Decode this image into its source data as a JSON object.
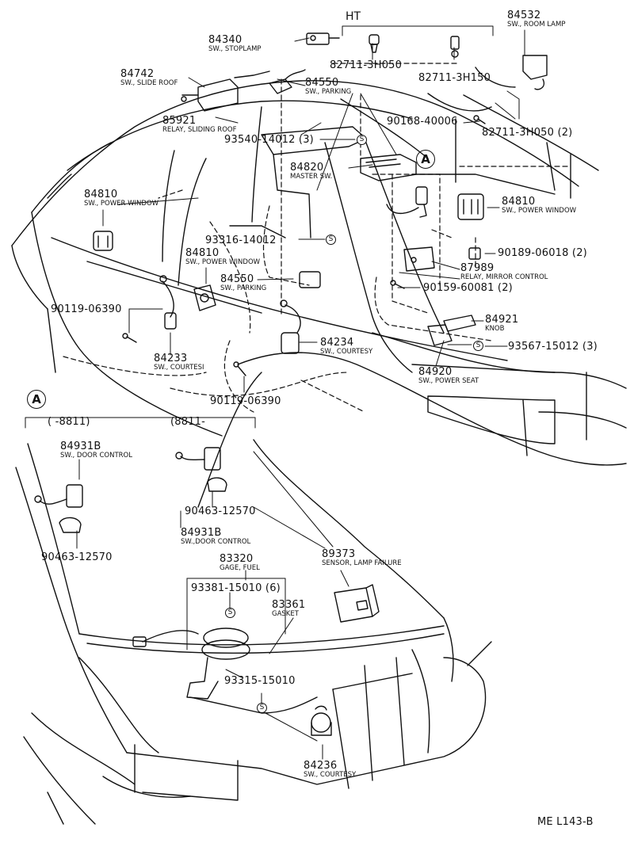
{
  "parts": [
    {
      "id": "p84340",
      "num": "84340",
      "desc": "SW., STOPLAMP"
    },
    {
      "id": "p84532",
      "num": "84532",
      "desc": "SW., ROOM LAMP"
    },
    {
      "id": "p84742",
      "num": "84742",
      "desc": "SW., SLIDE ROOF"
    },
    {
      "id": "p82711a",
      "num": "82711-3H050",
      "desc": ""
    },
    {
      "id": "p82711b",
      "num": "82711-3H150",
      "desc": ""
    },
    {
      "id": "p84550a",
      "num": "84550",
      "desc": "SW., PARKING"
    },
    {
      "id": "p85921",
      "num": "85921",
      "desc": "RELAY, SLIDING ROOF"
    },
    {
      "id": "p90168",
      "num": "90168-40006",
      "desc": ""
    },
    {
      "id": "p82711c",
      "num": "82711-3H050  (2)",
      "desc": ""
    },
    {
      "id": "p93540",
      "num": "93540-14012  (3)",
      "desc": ""
    },
    {
      "id": "p84820",
      "num": "84820",
      "desc": "MASTER SW."
    },
    {
      "id": "p84810a",
      "num": "84810",
      "desc": "SW., POWER WINDOW"
    },
    {
      "id": "p84810b",
      "num": "84810",
      "desc": "SW., POWER WINDOW"
    },
    {
      "id": "p93316",
      "num": "93316-14012",
      "desc": ""
    },
    {
      "id": "p90189",
      "num": "90189-06018  (2)",
      "desc": ""
    },
    {
      "id": "p84810c",
      "num": "84810",
      "desc": "SW., POWER WINDOW"
    },
    {
      "id": "p87989",
      "num": "87989",
      "desc": "RELAY, MIRROR CONTROL"
    },
    {
      "id": "p84550b",
      "num": "84550",
      "desc": "SW., PARKING"
    },
    {
      "id": "p90159",
      "num": "90159-60081  (2)",
      "desc": ""
    },
    {
      "id": "p90119a",
      "num": "90119-06390",
      "desc": ""
    },
    {
      "id": "p84921",
      "num": "84921",
      "desc": "KNOB"
    },
    {
      "id": "p84234",
      "num": "84234",
      "desc": "SW., COURTESY"
    },
    {
      "id": "p93567",
      "num": "93567-15012  (3)",
      "desc": ""
    },
    {
      "id": "p84233",
      "num": "84233",
      "desc": "SW., COURTESI"
    },
    {
      "id": "p84920",
      "num": "84920",
      "desc": "SW., POWER SEAT"
    },
    {
      "id": "p90119b",
      "num": "90119-06390",
      "desc": ""
    },
    {
      "id": "p84931a",
      "num": "84931B",
      "desc": "SW., DOOR CONTROL"
    },
    {
      "id": "p90463a",
      "num": "90463-12570",
      "desc": ""
    },
    {
      "id": "p84931b",
      "num": "84931B",
      "desc": "SW.,DOOR CONTROL"
    },
    {
      "id": "p90463b",
      "num": "90463-12570",
      "desc": ""
    },
    {
      "id": "p89373",
      "num": "89373",
      "desc": "SENSOR, LAMP FAILURE"
    },
    {
      "id": "p83320",
      "num": "83320",
      "desc": "GAGE, FUEL"
    },
    {
      "id": "p93381",
      "num": "93381-15010  (6)",
      "desc": ""
    },
    {
      "id": "p83361",
      "num": "83361",
      "desc": "GASKET"
    },
    {
      "id": "p93315",
      "num": "93315-15010",
      "desc": ""
    },
    {
      "id": "p84236",
      "num": "84236",
      "desc": "SW., COURTESY"
    }
  ],
  "labels": {
    "ht": "HT",
    "callout": "A",
    "range_before": "(    -8811)",
    "range_after": "(8811-",
    "s_mark": "S",
    "figure_code": "ME L143-B"
  }
}
